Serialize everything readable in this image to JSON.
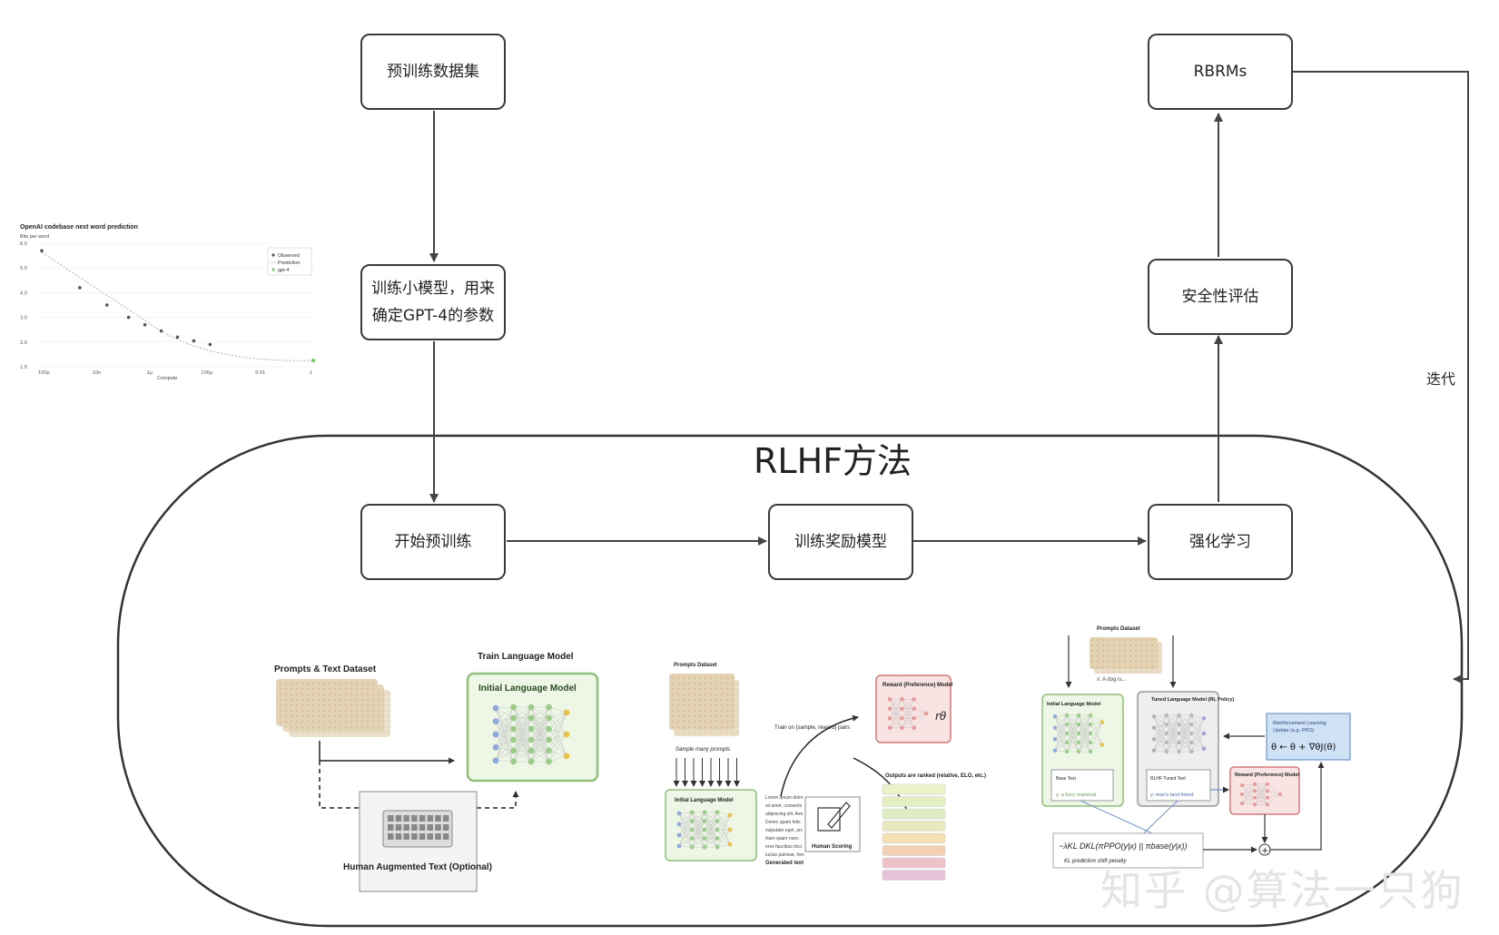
{
  "nodes": {
    "pretrain_dataset": "预训练数据集",
    "train_small_model": "训练小模型，用来确定GPT-4的参数",
    "start_pretrain": "开始预训练",
    "train_reward_model": "训练奖励模型",
    "rl": "强化学习",
    "safety_eval": "安全性评估",
    "rbrms": "RBRMs"
  },
  "labels": {
    "rlhf_title": "RLHF方法",
    "iterate": "迭代",
    "watermark": "知乎 @算法一只狗"
  },
  "inset_chart": {
    "title": "OpenAI codebase next word prediction",
    "ylabel": "Bits per word",
    "xlabel": "Compute",
    "yticks": [
      "6.0",
      "5.0",
      "4.0",
      "3.0",
      "2.0",
      "1.0"
    ],
    "xticks": [
      "100p",
      "10n",
      "1µ",
      "100µ",
      "0.01",
      "1"
    ],
    "legend": [
      "Observed",
      "Prediction",
      "gpt-4"
    ]
  },
  "chart_data": {
    "type": "scatter",
    "title": "OpenAI codebase next word prediction",
    "xlabel": "Compute",
    "ylabel": "Bits per word",
    "ylim": [
      1.0,
      6.0
    ],
    "x_categories": [
      "100p",
      "10n",
      "1µ",
      "100µ",
      "0.01",
      "1"
    ],
    "series": [
      {
        "name": "Observed",
        "x_index": [
          0.0,
          0.7,
          1.2,
          1.6,
          1.9,
          2.2,
          2.5,
          2.8,
          3.1
        ],
        "values": [
          5.7,
          4.2,
          3.5,
          3.0,
          2.7,
          2.45,
          2.2,
          2.05,
          1.9
        ]
      },
      {
        "name": "gpt-4",
        "x_index": [
          5.0
        ],
        "values": [
          1.25
        ]
      }
    ],
    "legend_position": "top-right",
    "grid": true
  },
  "panel1": {
    "dataset_label": "Prompts & Text Dataset",
    "train_title": "Train Language Model",
    "model_title": "Initial Language Model",
    "human_text": "Human Augmented Text (Optional)"
  },
  "panel2": {
    "dataset_label": "Prompts Dataset",
    "sample_label": "Sample many prompts",
    "model_label": "Initial Language Model",
    "reward_model": "Reward (Preference) Model",
    "train_label": "Train on {sample, reward} pairs",
    "ranked_label": "Outputs are ranked (relative, ELO, etc.)",
    "human_scoring": "Human Scoring",
    "generated_text": "Generated text",
    "lorem": "Lorem ipsum dolor sit amet, consectetur adipiscing elit. Aenean. Donec quam felis vulputate eget, arcu. Nam quam nunc eros faucibus tincidunt luctus pulvinar, hend"
  },
  "panel3": {
    "dataset_label": "Prompts Dataset",
    "x_label": "x: A dog is...",
    "initial_model": "Initial Language Model",
    "tuned_model": "Tuned Language Model (RL Policy)",
    "rl_update": "Reinforcement Learning Update (e.g. PPO)",
    "update_eq": "θ ← θ + ∇θJ(θ)",
    "reward_model": "Reward (Preference) Model",
    "base_text": "Base Text",
    "base_y": "y: a furry mammal",
    "rlhf_text": "RLHF Tuned Text",
    "rlhf_y": "y: man's best friend",
    "kl_formula": "−λKL DKL(πPPO(y|x) || πbase(y|x))",
    "kl_caption": "KL prediction shift penalty"
  }
}
